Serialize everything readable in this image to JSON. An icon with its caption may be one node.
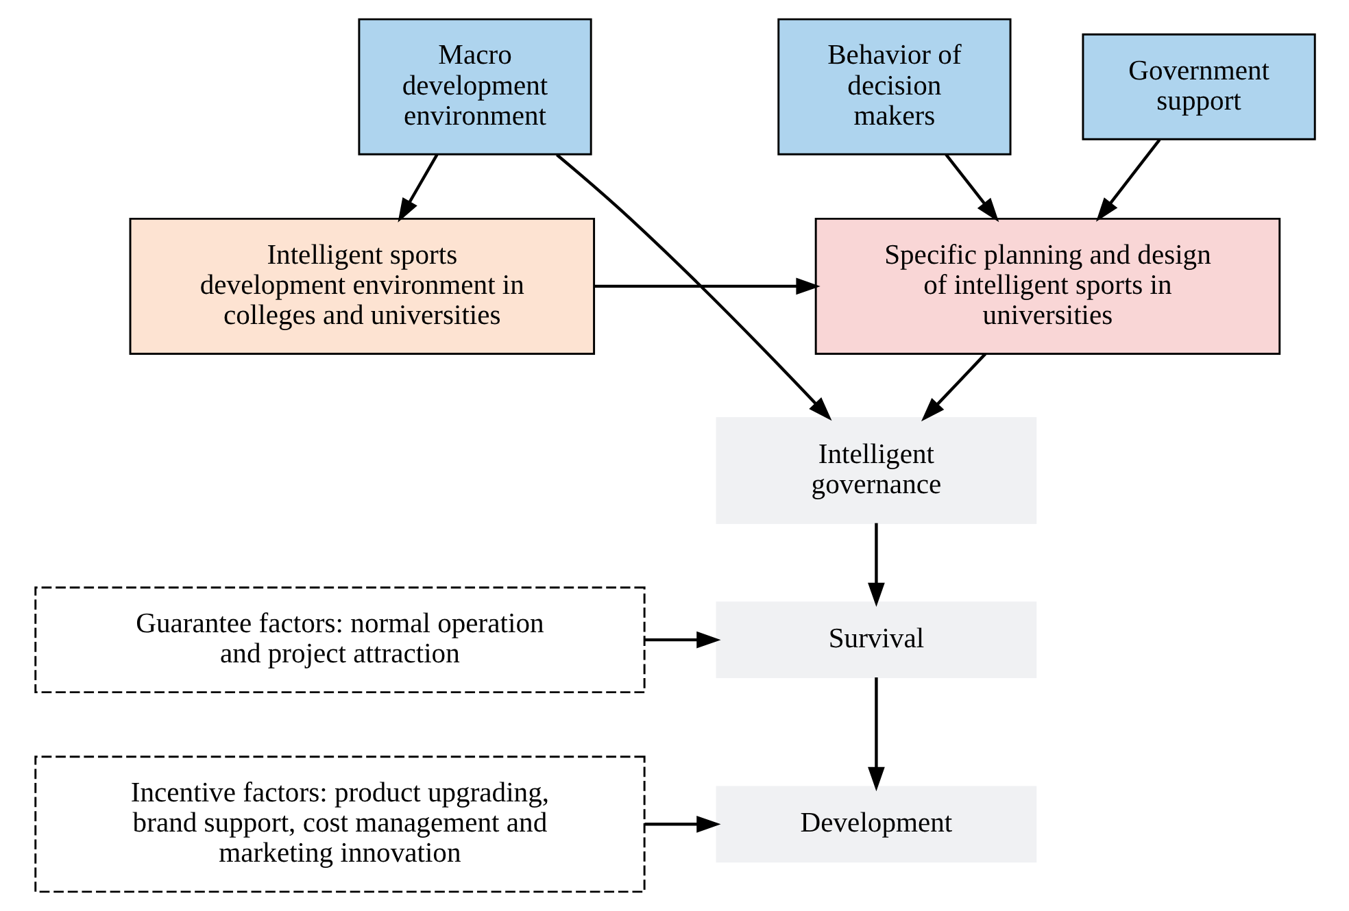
{
  "diagram": {
    "nodes": [
      {
        "text": [
          "Macro development environment"
        ]
      },
      {
        "text": [
          "Behavior of decision makers"
        ]
      },
      {
        "text": [
          "Government support"
        ]
      },
      {
        "text": [
          "Intelligent sports development environment in colleges and universities"
        ]
      },
      {
        "text": [
          "Specific planning and design of intelligent sports in universities"
        ]
      },
      {
        "text": [
          "Intelligent governance"
        ]
      },
      {
        "text": [
          "Guarantee factors: normal operation and project attraction"
        ]
      },
      {
        "text": [
          "Survival"
        ]
      },
      {
        "text": [
          "Incentive factors: product upgrading, brand support, cost management and marketing innovation"
        ]
      },
      {
        "text": [
          "Development"
        ]
      }
    ],
    "edges": [
      {
        "from": 0,
        "to": 3,
        "arrow": "to"
      },
      {
        "from": 1,
        "to": 4,
        "arrow": "to"
      },
      {
        "from": 2,
        "to": 4,
        "arrow": "to"
      },
      {
        "from": 3,
        "to": 4,
        "arrow": "to"
      },
      {
        "from": 4,
        "to": 5,
        "arrow": "to"
      },
      {
        "from": 0,
        "to": 5,
        "arrow": "to"
      },
      {
        "from": 5,
        "to": 7,
        "arrow": "to"
      },
      {
        "from": 6,
        "to": 7,
        "arrow": "to"
      },
      {
        "from": 7,
        "to": 9,
        "arrow": "to"
      },
      {
        "from": 8,
        "to": 9,
        "arrow": "to"
      }
    ]
  }
}
